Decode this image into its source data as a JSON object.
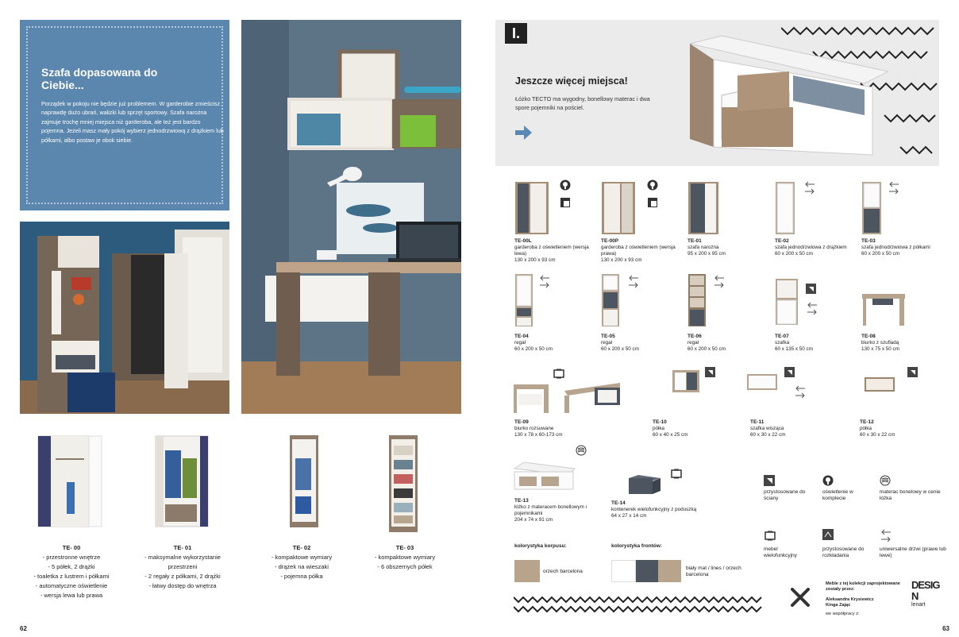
{
  "left": {
    "infobox": {
      "title": "Szafa dopasowana do Ciebie...",
      "text": "Porządek w pokoju nie będzie już problemem. W garderobie zmieścisz naprawdę dużo ubrań, walizki lub sprzęt sportowy. Szafa narożna zajmuje trochę mniej miejsca niż garderoba, ale też jest bardzo pojemna. Jeżeli masz mały pokój wybierz jednodrzwiową z drążkiem lub półkami, albo postaw je obok siebie."
    },
    "wardrobes": [
      {
        "code": "TE- 00",
        "lines": [
          "- przestronne wnętrze",
          "- 5 półek, 2 drążki",
          "- toaletka z lustrem i półkami",
          "- automatyczne oświetlenie",
          "- wersja lewa lub prawa"
        ]
      },
      {
        "code": "TE- 01",
        "lines": [
          "- maksymalne wykorzystanie",
          "przestrzeni",
          "- 2 regały z półkami, 2 drążki",
          "- łatwy dostęp do wnętrza"
        ]
      },
      {
        "code": "TE- 02",
        "lines": [
          "- kompaktowe wymiary",
          "- drążek na wieszaki",
          "- pojemna półka"
        ]
      },
      {
        "code": "TE- 03",
        "lines": [
          "- kompaktowe wymiary",
          "- 6 obszernych półek"
        ]
      }
    ],
    "page_number": "62"
  },
  "right": {
    "logo_letter": "I.",
    "hero": {
      "title": "Jeszcze więcej miejsca!",
      "text": "Łóżko TECTO ma wygodny, bonellowy materac i dwa spore pojemniki na pościel."
    },
    "products": [
      {
        "code": "TE-00L",
        "desc": "garderoba z oświetleniem (wersja lewa)",
        "dims": "130 x 200 x 93 cm"
      },
      {
        "code": "TE-00P",
        "desc": "garderoba z oświetleniem (wersja prawa)",
        "dims": "130 x 200 x 93 cm"
      },
      {
        "code": "TE-01",
        "desc": "szafa narożna",
        "dims": "95 x 200 x 95 cm"
      },
      {
        "code": "TE-02",
        "desc": "szafa jednodrzwiowa z drążkiem",
        "dims": "60 x 200 x 50 cm"
      },
      {
        "code": "TE-03",
        "desc": "szafa jednodrzwiowa z półkami",
        "dims": "60 x 200 x 50 cm"
      },
      {
        "code": "TE-04",
        "desc": "regał",
        "dims": "60 x 200 x 50 cm"
      },
      {
        "code": "TE-05",
        "desc": "regał",
        "dims": "60 x 200 x 50 cm"
      },
      {
        "code": "TE-06",
        "desc": "regał",
        "dims": "60 x 200 x 50 cm"
      },
      {
        "code": "TE-07",
        "desc": "szafka",
        "dims": "60 x 135 x 50 cm"
      },
      {
        "code": "TE-08",
        "desc": "biurko z szufladą",
        "dims": "130 x 75 x 50 cm"
      },
      {
        "code": "TE-09",
        "desc": "biurko rozsuwane",
        "dims": "130 x 78 x 60-173 cm"
      },
      {
        "code": "TE-10",
        "desc": "półka",
        "dims": "60 x 40 x 25 cm"
      },
      {
        "code": "TE-11",
        "desc": "szafka wisząca",
        "dims": "60 x 30 x 22 cm"
      },
      {
        "code": "TE-12",
        "desc": "półka",
        "dims": "60 x 30 x 22 cm"
      },
      {
        "code": "TE-13",
        "desc": "łóżko z materacem bonellowym i pojemnikami",
        "dims": "204 x 74 x 91 cm"
      },
      {
        "code": "TE-14",
        "desc": "kontenerek wielofunkcyjny z poduszką",
        "dims": "64 x 27 x 14 cm"
      }
    ],
    "legend": [
      {
        "label": "przystosowane do ściany",
        "icon": "wall-mount-icon"
      },
      {
        "label": "oświetlenie w komplecie",
        "icon": "light-bulb-icon"
      },
      {
        "label": "materac bonelowy w cenie łóżka",
        "icon": "mattress-spring-icon"
      },
      {
        "label": "mebel wielofunkcyjny",
        "icon": "multifunction-icon"
      },
      {
        "label": "przystosowane do rozkładania",
        "icon": "fold-out-icon"
      },
      {
        "label": "uniwersalne drzwi (prawe lub lewe)",
        "icon": "swap-arrows-icon"
      }
    ],
    "colors_body": {
      "label": "kolorystyka korpusu:",
      "swatch_label": "orzech barcelona",
      "color": "#b8a48c"
    },
    "colors_front": {
      "label": "kolorystyka frontów:",
      "swatch_label": "biały mat / lines / orzech barcelona",
      "colors": [
        "#ffffff",
        "#4d5560",
        "#b8a48c"
      ]
    },
    "designer": {
      "line1": "Meble z tej kolekcji zaprojektowane zostały przez:",
      "names": "Aleksandra Krysiewicz Kinga Zając",
      "tagline": "we współpracy z:",
      "logo": "DESIGN",
      "logo_sub": "lenart"
    },
    "page_number": "63"
  }
}
